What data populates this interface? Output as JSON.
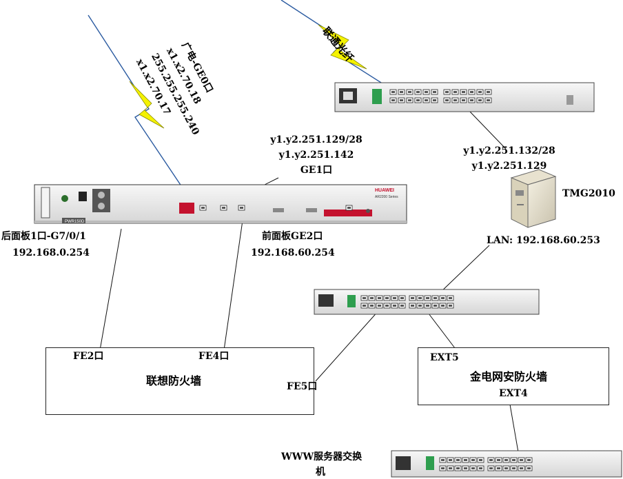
{
  "isp_links": {
    "unicom": "联通光纤",
    "broadcast": {
      "line1": "广电-GE0口",
      "line2": "x1.x2.70.18",
      "line3": "255.255.255.240",
      "line4": "x1.x2.70.17"
    }
  },
  "router": {
    "model": "AR2200 Series",
    "power_label": "PWR150D",
    "brand": "HUAWEI",
    "ge1": {
      "ip1": "y1.y2.251.129/28",
      "ip2": "y1.y2.251.142",
      "port": "GE1口"
    },
    "rear": {
      "label": "后面板1口-G7/0/1",
      "ip": "192.168.0.254"
    },
    "front": {
      "label": "前面板GE2口",
      "ip": "192.168.60.254"
    }
  },
  "tmg": {
    "name": "TMG2010",
    "wan_ip1": "y1.y2.251.132/28",
    "wan_ip2": "y1.y2.251.129",
    "lan": "LAN: 192.168.60.253"
  },
  "lenovo_fw": {
    "name": "联想防火墙",
    "fe2": "FE2口",
    "fe4": "FE4口",
    "fe5": "FE5口"
  },
  "jin_fw": {
    "name": "金电网安防火墙",
    "ext5": "EXT5",
    "ext4": "EXT4"
  },
  "www_switch": {
    "line1": "WWW服务器交换",
    "line2": "机"
  },
  "colors": {
    "lightning": "#f4f200",
    "lightning_stroke": "#2a5aa0",
    "device_body": "#e9e9e9",
    "device_dark": "#3a3a3a"
  }
}
